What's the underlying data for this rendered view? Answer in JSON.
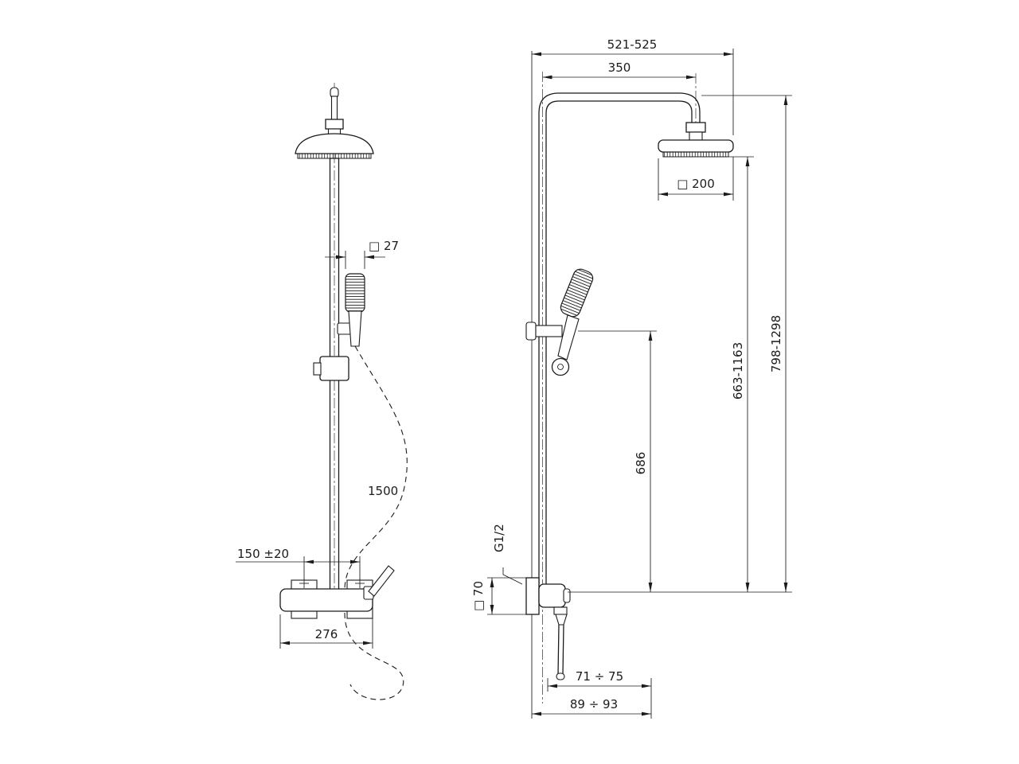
{
  "page": {
    "background": "#ffffff",
    "line_color": "#1b1b1b"
  },
  "drawing": {
    "kind": "technical dimension drawing",
    "subject": "wall-mounted shower column with overhead shower, hand shower and exposed mixer",
    "views": {
      "front": "front view",
      "side": "side view"
    },
    "labels": {
      "front": {
        "handshower_width": "□ 27",
        "hose_length": "1500",
        "inlet_distance": "150 ±20",
        "mixer_width": "276"
      },
      "side": {
        "overall_projection": "521-525",
        "arm_projection": "350",
        "overhead_size": "□ 200",
        "overall_height": "798-1298",
        "overhead_height": "663-1163",
        "holder_height": "686",
        "supply_thread": "G1/2",
        "wall_plate_size": "□ 70",
        "projection_lower": "71 ÷ 75",
        "projection_upper": "89 ÷ 93"
      }
    }
  }
}
